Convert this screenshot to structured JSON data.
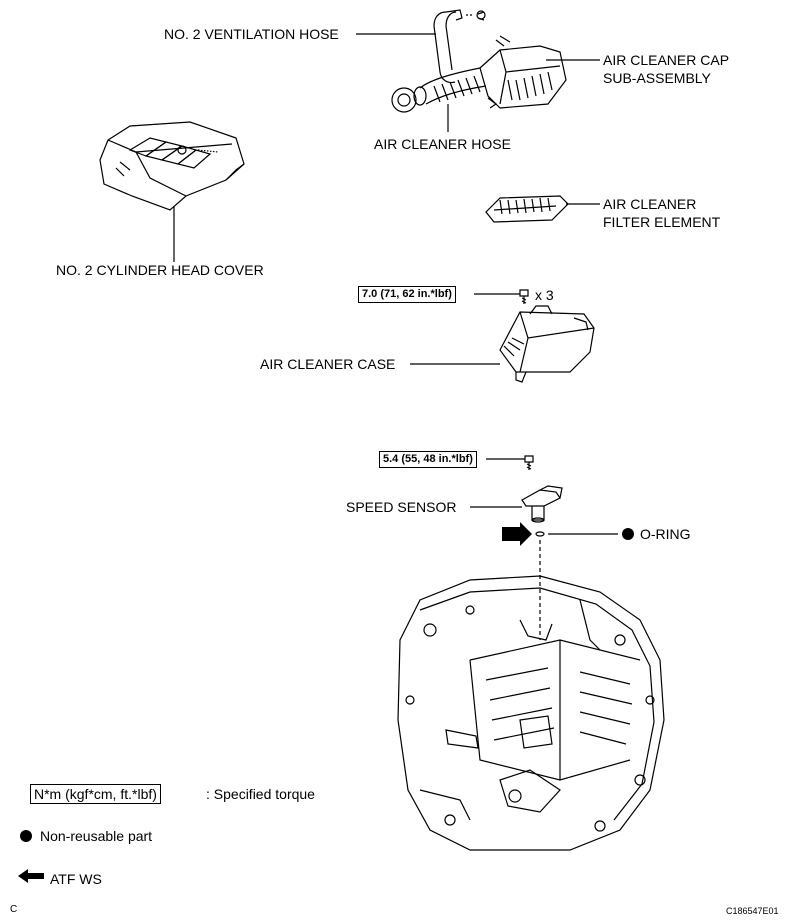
{
  "labels": {
    "ventilation_hose": "NO. 2 VENTILATION HOSE",
    "cap_line1": "AIR CLEANER CAP",
    "cap_line2": "SUB-ASSEMBLY",
    "air_cleaner_hose": "AIR CLEANER HOSE",
    "filter_line1": "AIR CLEANER",
    "filter_line2": "FILTER ELEMENT",
    "head_cover": "NO. 2 CYLINDER HEAD COVER",
    "case_torque": "7.0 (71, 62 in.*lbf)",
    "case_count": "x 3",
    "air_cleaner_case": "AIR CLEANER CASE",
    "sensor_torque": "5.4 (55, 48 in.*lbf)",
    "speed_sensor": "SPEED SENSOR",
    "o_ring": "O-RING"
  },
  "legend": {
    "torque_unit": "N*m (kgf*cm, ft.*lbf)",
    "torque_desc": ": Specified torque",
    "nonreusable": "Non-reusable part",
    "atf": "ATF WS"
  },
  "footer": {
    "corner_letter": "C",
    "figure_code": "C186547E01"
  }
}
